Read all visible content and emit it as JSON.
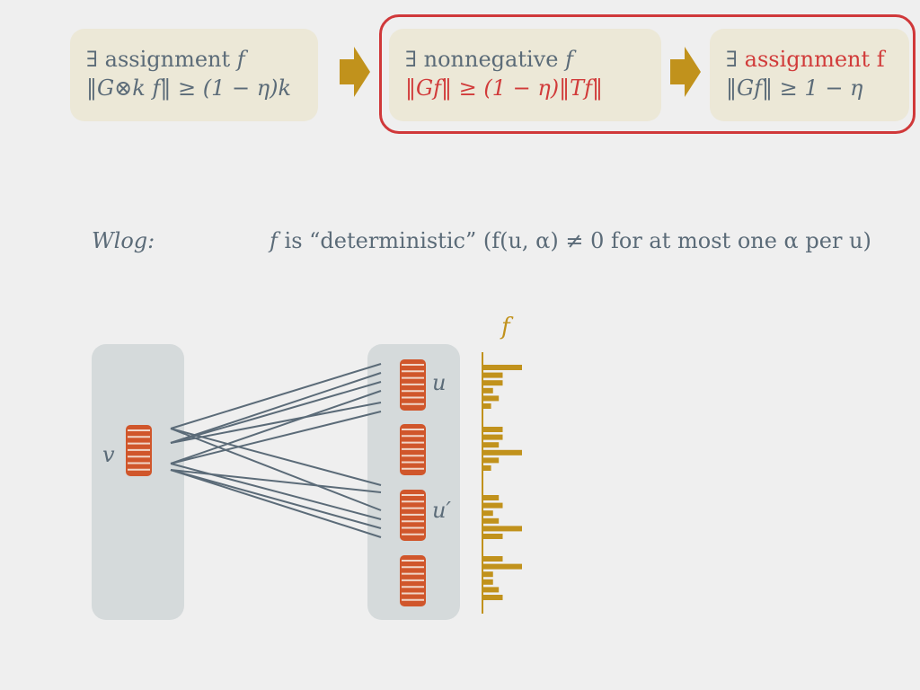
{
  "boxes": [
    {
      "line1_prefix": "∃ assignment ",
      "line1_var": "f",
      "line2": "‖G⊗k f‖ ≥ (1 − η)k"
    },
    {
      "line1_prefix": "∃ nonnegative ",
      "line1_var": "f",
      "line2": "‖Gf‖ ≥ (1 − η)‖Tf‖"
    },
    {
      "line1_prefix": "∃ ",
      "line1_red": "assignment f",
      "line2": "‖Gf‖ ≥ 1 − η"
    }
  ],
  "wlog": {
    "label": "Wlog:",
    "statement_var": "f",
    "statement_text": " is “deterministic” (f(u, α) ≠ 0 for at most one α per u)"
  },
  "graph": {
    "left_vertex_label": "v",
    "right_labels": [
      "u",
      "u′"
    ],
    "f_label": "f",
    "f_bar_lengths": [
      [
        1.0,
        0.5,
        0.5,
        0.25,
        0.4,
        0.2
      ],
      [
        0.5,
        0.5,
        0.4,
        1.0,
        0.4,
        0.2
      ],
      [
        0.4,
        0.5,
        0.25,
        0.4,
        1.0,
        0.5
      ],
      [
        0.5,
        1.0,
        0.25,
        0.25,
        0.4,
        0.5
      ]
    ]
  },
  "colors": {
    "box_bg": "#ece8d7",
    "red": "#d13b3a",
    "gold": "#c1921c",
    "text": "#5b6b78",
    "panel": "#d5dadb",
    "vertex": "#d0562b",
    "edge": "#5b6b78"
  }
}
